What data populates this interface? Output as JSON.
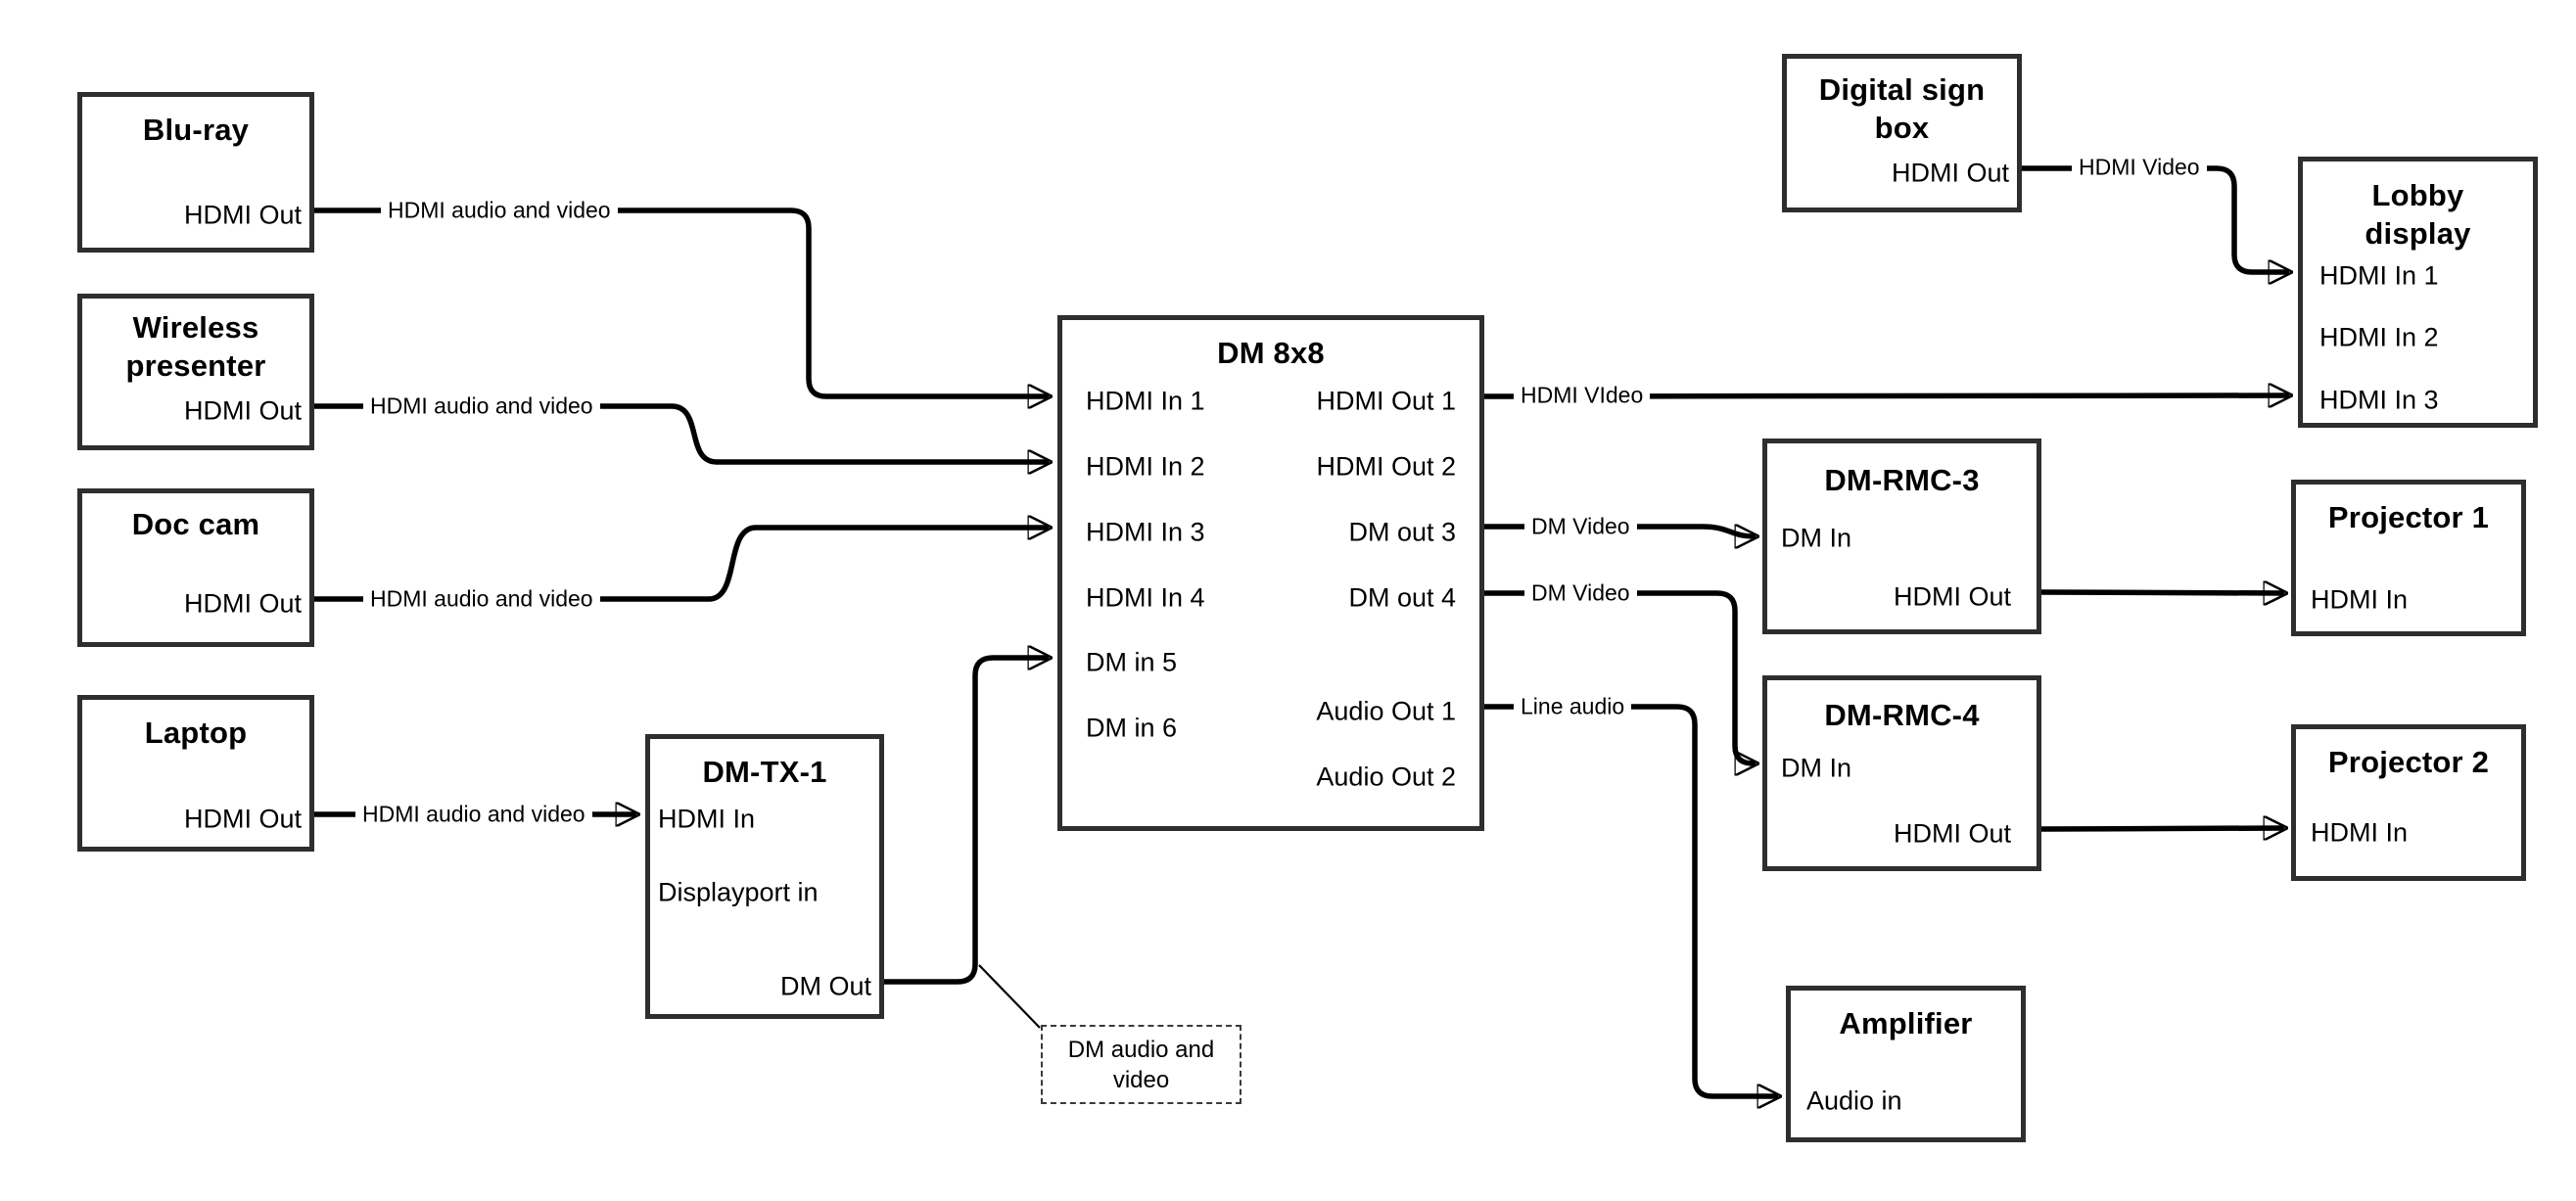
{
  "colors": {
    "background": "#ffffff",
    "wire": "#000000",
    "node_border": "#2e2e2e",
    "text": "#000000"
  },
  "nodes": {
    "bluray": {
      "title": "Blu-ray",
      "port_hdmi_out": "HDMI Out"
    },
    "wireless": {
      "title": "Wireless presenter",
      "port_hdmi_out": "HDMI Out"
    },
    "doccam": {
      "title": "Doc cam",
      "port_hdmi_out": "HDMI Out"
    },
    "laptop": {
      "title": "Laptop",
      "port_hdmi_out": "HDMI Out"
    },
    "dmtx1": {
      "title": "DM-TX-1",
      "port_hdmi_in": "HDMI In",
      "port_displayport_in": "Displayport in",
      "port_dm_out": "DM Out"
    },
    "dm8x8": {
      "title": "DM 8x8",
      "inputs": [
        "HDMI In 1",
        "HDMI In 2",
        "HDMI In 3",
        "HDMI In 4",
        "DM in 5",
        "DM in 6"
      ],
      "outputs": [
        "HDMI Out 1",
        "HDMI Out 2",
        "DM out 3",
        "DM out 4",
        "Audio Out 1",
        "Audio Out 2"
      ]
    },
    "digital_sign": {
      "title": "Digital sign box",
      "port_hdmi_out": "HDMI Out"
    },
    "lobby": {
      "title": "Lobby display",
      "inputs": [
        "HDMI In 1",
        "HDMI In 2",
        "HDMI In 3"
      ]
    },
    "dmrmc3": {
      "title": "DM-RMC-3",
      "port_dm_in": "DM In",
      "port_hdmi_out": "HDMI Out"
    },
    "dmrmc4": {
      "title": "DM-RMC-4",
      "port_dm_in": "DM In",
      "port_hdmi_out": "HDMI Out"
    },
    "proj1": {
      "title": "Projector 1",
      "port_hdmi_in": "HDMI In"
    },
    "proj2": {
      "title": "Projector 2",
      "port_hdmi_in": "HDMI In"
    },
    "amplifier": {
      "title": "Amplifier",
      "port_audio_in": "Audio in"
    }
  },
  "edge_labels": {
    "bluray_to_in1": "HDMI audio and video",
    "wireless_to_in2": "HDMI audio and video",
    "doccam_to_in3": "HDMI audio and video",
    "laptop_to_tx1": "HDMI audio and video",
    "out1_to_lobby": "HDMI VIdeo",
    "digital_sign_to_lobby": "HDMI Video",
    "out3_to_rmc3": "DM Video",
    "out4_to_rmc4": "DM Video",
    "audio1_to_amp": "Line audio"
  },
  "annotation": {
    "text": "DM audio and video"
  }
}
